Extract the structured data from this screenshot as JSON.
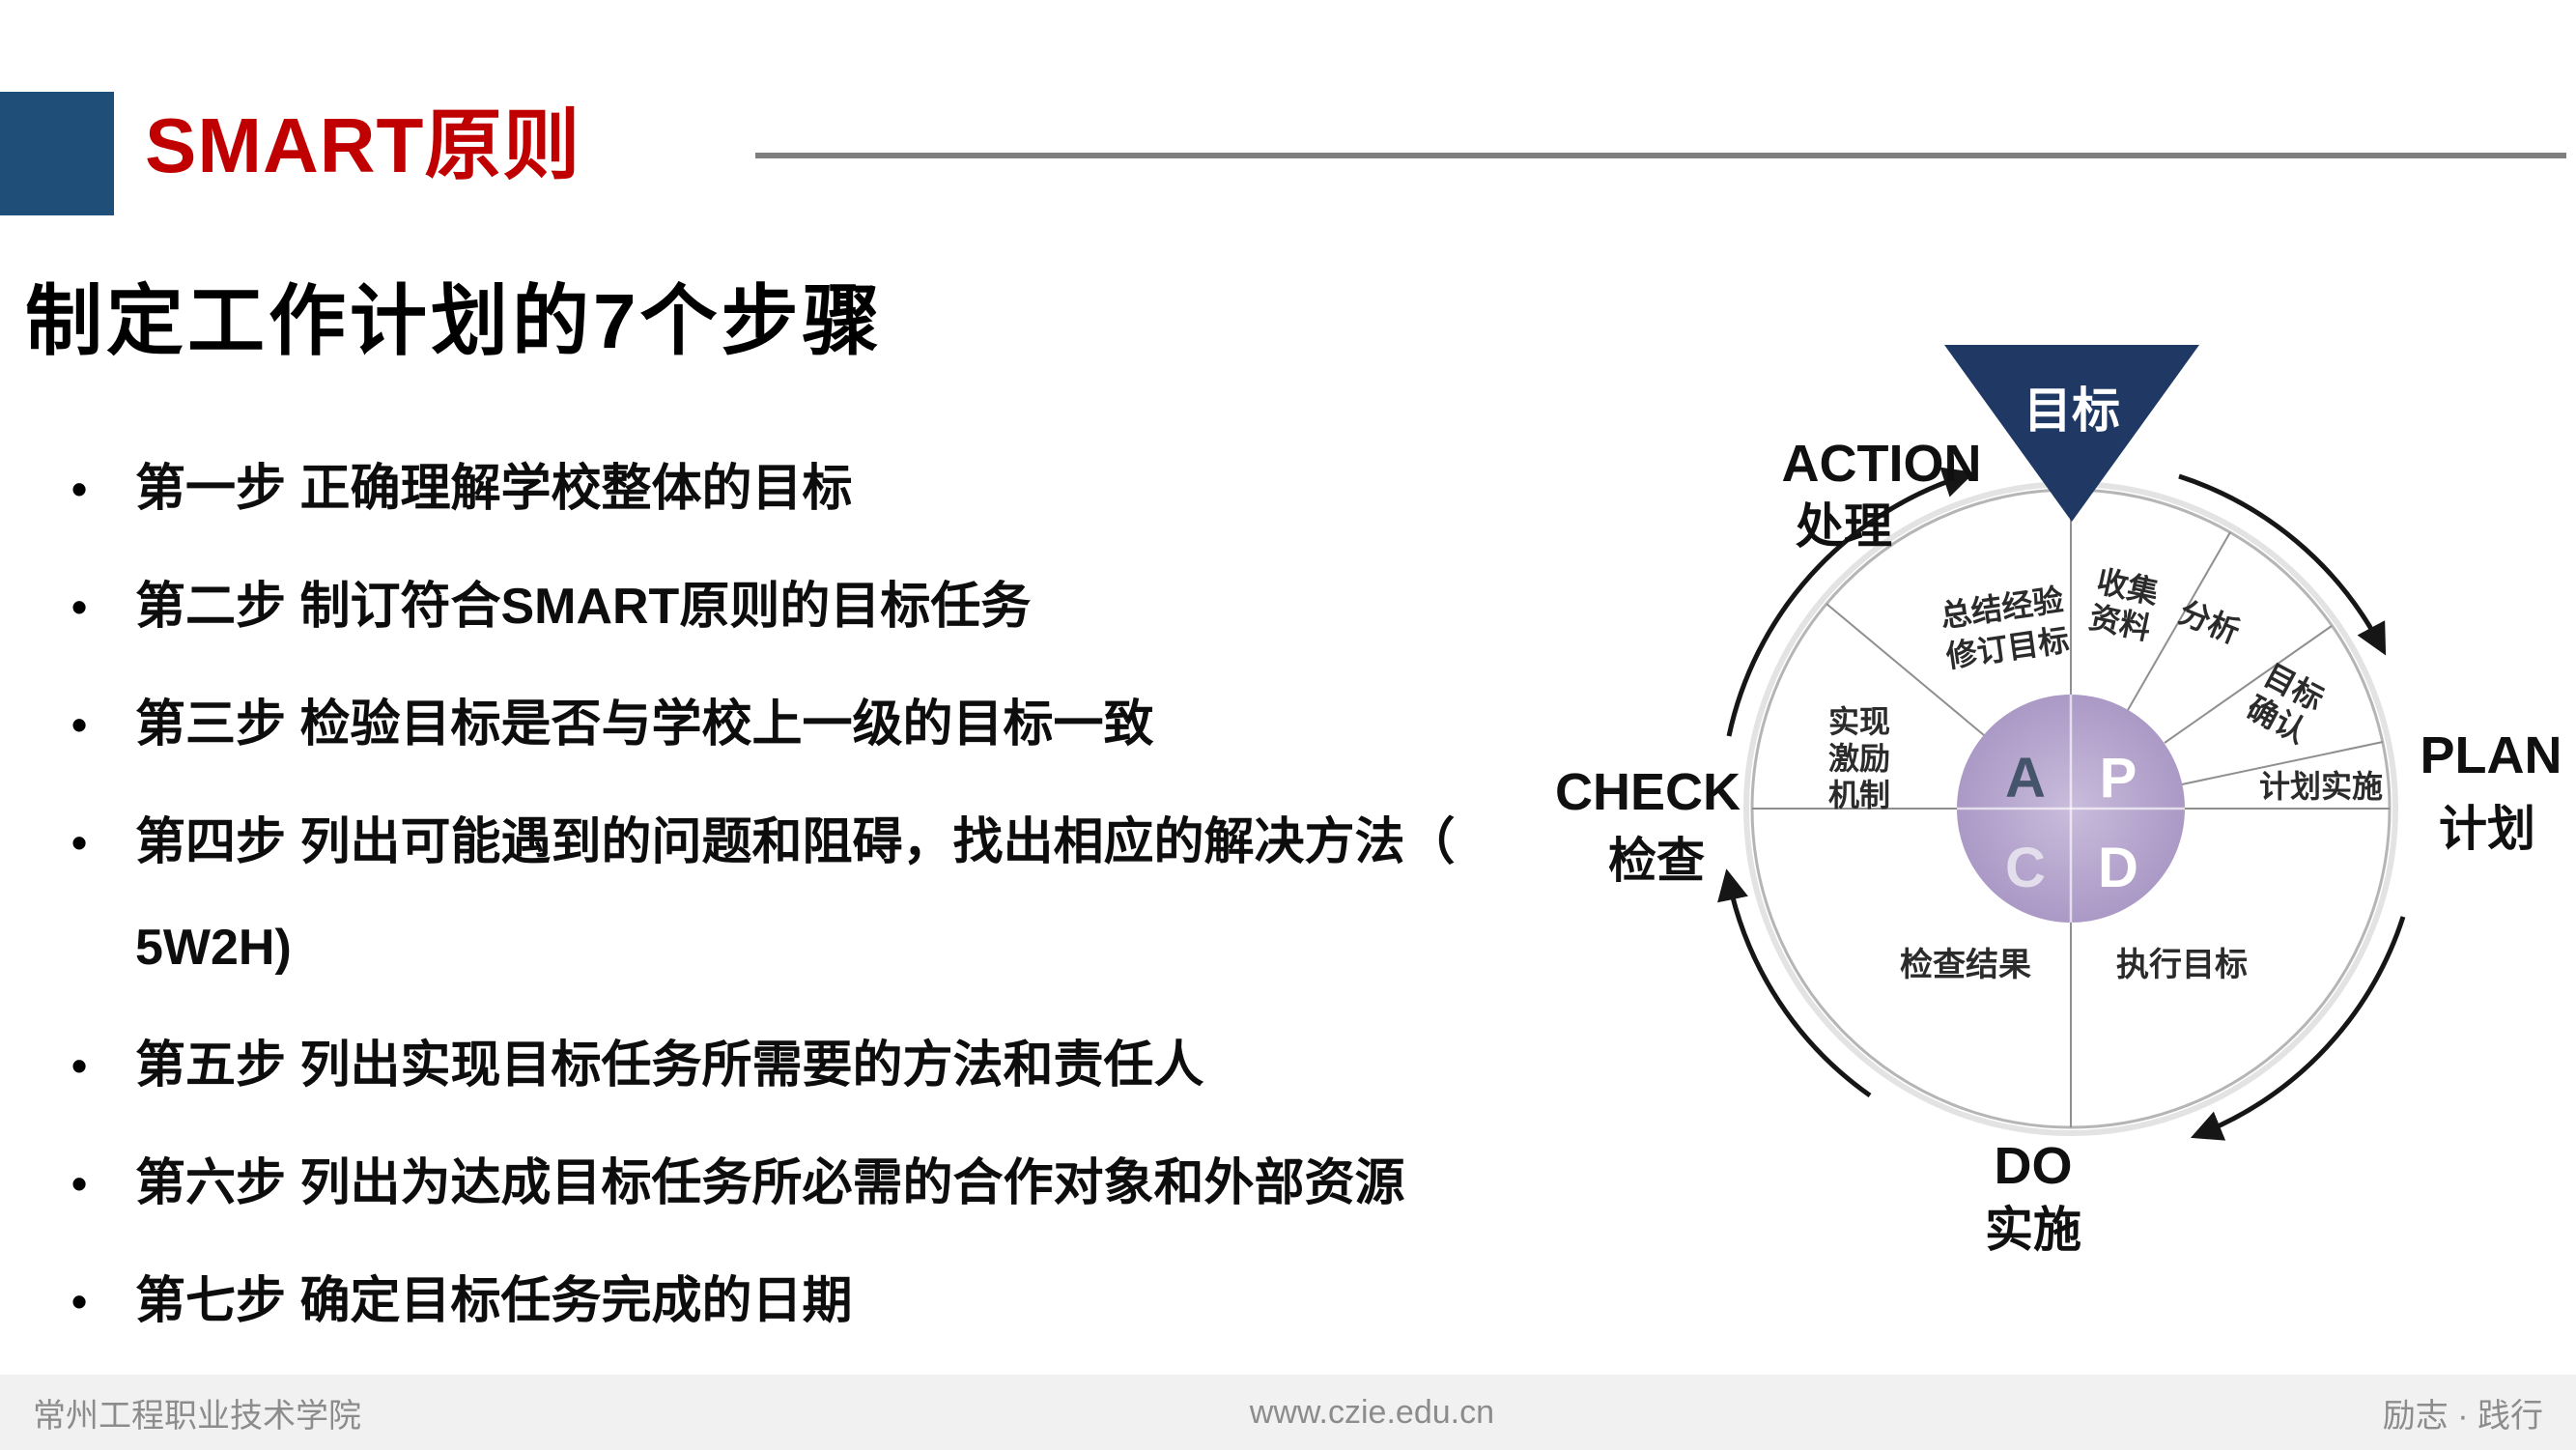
{
  "slide": {
    "title": "SMART原则",
    "subtitle": "制定工作计划的7个步骤",
    "steps": [
      "第一步  正确理解学校整体的目标",
      "第二步  制订符合SMART原则的目标任务",
      "第三步  检验目标是否与学校上一级的目标一致",
      "第四步 列出可能遇到的问题和阻碍，找出相应的解决方法（​5W2H)",
      "第五步  列出实现目标任务所需要的方法和责任人",
      "第六步  列出为达成目标任务所必需的合作对象和外部资源",
      "第七步  确定目标任务完成的日期"
    ]
  },
  "diagram": {
    "goal": "目标",
    "action": {
      "en": "ACTION",
      "zh": "处理"
    },
    "plan": {
      "en": "PLAN",
      "zh": "计划"
    },
    "check": {
      "en": "CHECK",
      "zh": "检查"
    },
    "do": {
      "en": "DO",
      "zh": "实施"
    },
    "letters": {
      "a": "A",
      "p": "P",
      "c": "C",
      "d": "D"
    },
    "segments": {
      "summarize_line1": "总结经验",
      "summarize_line2": "修订目标",
      "collect_line1": "收集",
      "collect_line2": "资料",
      "analyze": "分析",
      "confirm_line1": "目标",
      "confirm_line2": "确认",
      "plan_implement": "计划实施",
      "execute_goal": "执行目标",
      "check_result": "检查结果",
      "incentive_line1": "实现",
      "incentive_line2": "激励",
      "incentive_line3": "机制"
    }
  },
  "footer": {
    "school": "常州工程职业技术学院",
    "website": "www.czie.edu.cn",
    "motto": "励志 · 践行"
  },
  "colors": {
    "accent_navy": "#1F4E79",
    "triangle_navy": "#1F3864",
    "title_red": "#C00000",
    "center_purple": "#B3A2C7",
    "rule_gray": "#7F7F7F",
    "footer_text": "#8C8C8C"
  }
}
